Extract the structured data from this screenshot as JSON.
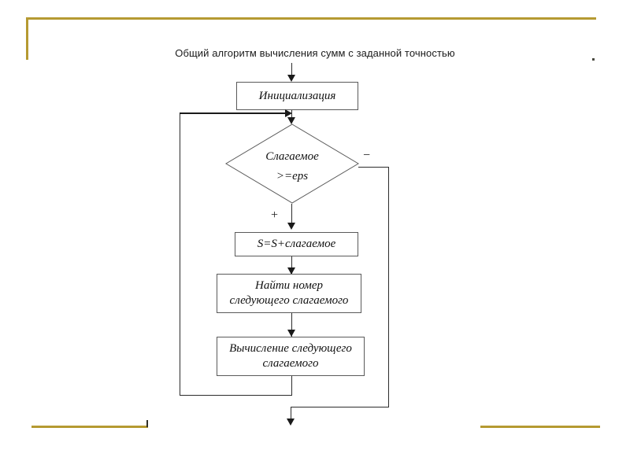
{
  "slide": {
    "title": "Общий алгоритм вычисления сумм с заданной точностью",
    "frame_color": "#b59a32",
    "background_color": "#ffffff",
    "line_color": "#2c2c2c"
  },
  "flowchart": {
    "type": "flowchart",
    "nodes": [
      {
        "id": "init",
        "shape": "process",
        "label": "Инициализация"
      },
      {
        "id": "cond",
        "shape": "decision",
        "label_line1": "Слагаемое",
        "label_line2": ">=eps"
      },
      {
        "id": "accum",
        "shape": "process",
        "label": "S=S+слагаемое"
      },
      {
        "id": "number",
        "shape": "process",
        "label_line1": "Найти номер",
        "label_line2": "следующего слагаемого"
      },
      {
        "id": "calc",
        "shape": "process",
        "label_line1": "Вычисление следующего",
        "label_line2": "слагаемого"
      }
    ],
    "branch_labels": {
      "yes": "+",
      "no": "−"
    },
    "edges": [
      {
        "from": "start",
        "to": "init",
        "label": ""
      },
      {
        "from": "init",
        "to": "cond",
        "label": ""
      },
      {
        "from": "cond",
        "to": "accum",
        "label": "+"
      },
      {
        "from": "accum",
        "to": "number",
        "label": ""
      },
      {
        "from": "number",
        "to": "calc",
        "label": ""
      },
      {
        "from": "calc",
        "to": "cond",
        "label": ""
      },
      {
        "from": "cond",
        "to": "end",
        "label": "−"
      }
    ]
  }
}
